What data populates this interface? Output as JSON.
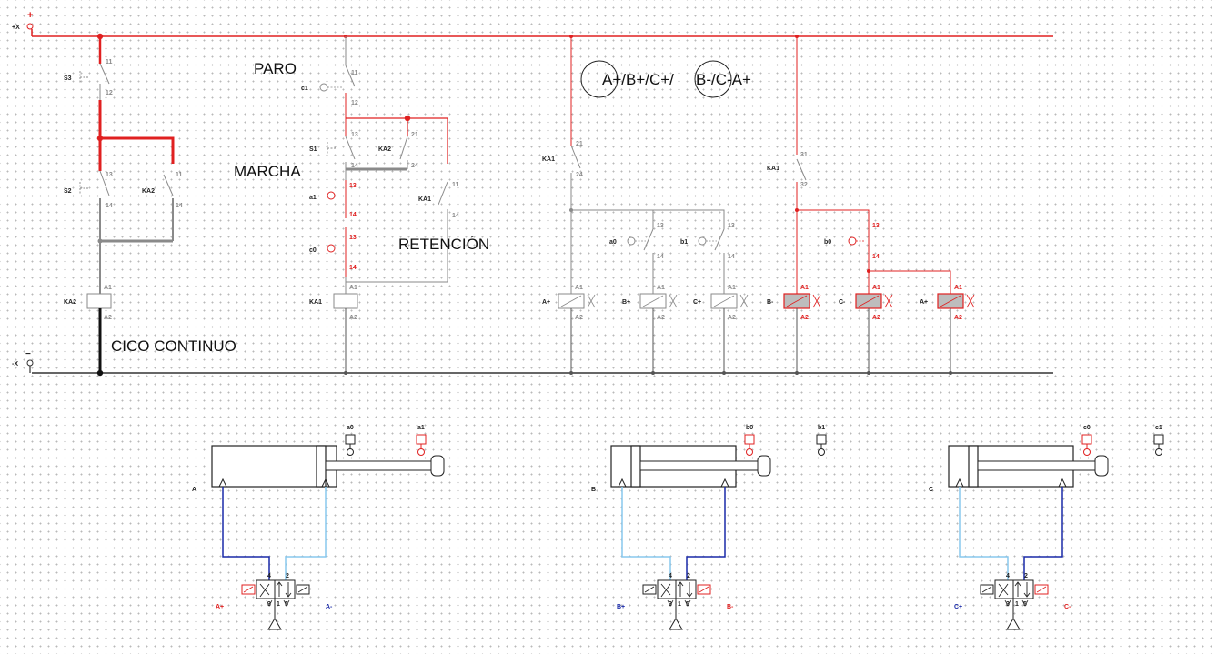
{
  "colors": {
    "energized": "#e02020",
    "inactive": "#8a8a8a",
    "wire": "#555555",
    "pneu_dark": "#1a2aa8",
    "pneu_light": "#88c8ee",
    "text": "#222222"
  },
  "rails": {
    "pos_label": "+X",
    "pos_sign": "+",
    "neg_label": "-X",
    "neg_sign": "−"
  },
  "titles": {
    "paro": "PARO",
    "marcha": "MARCHA",
    "retencion": "RETENCIÓN",
    "ciclo": "CICO CONTINUO",
    "seq1": "A+/B+/C+/",
    "seq2": "B-/C-A+"
  },
  "devices": {
    "s3": "S3",
    "s2": "S2",
    "s1": "S1",
    "ka2_a": "KA2",
    "ka2_b": "KA2",
    "ka1_a": "KA1",
    "ka1_b": "KA1",
    "ka1_c": "KA1",
    "c1": "c1",
    "a1": "a1",
    "c0": "c0",
    "a0": "a0",
    "b1": "b1",
    "b0": "b0",
    "coil_ka2": "KA2",
    "coil_ka1": "KA1",
    "ya_plus": "A+",
    "yb_plus": "B+",
    "yc_plus": "C+",
    "yb_minus": "B-",
    "yc_minus": "C-",
    "ya_plus2": "A+"
  },
  "terminals": {
    "t11": "11",
    "t12": "12",
    "t13": "13",
    "t14": "14",
    "t21": "21",
    "t24": "24",
    "t31": "31",
    "t32": "32",
    "a1": "A1",
    "a2": "A2"
  },
  "cylinders": [
    {
      "name": "A",
      "s_left": "a0",
      "s_right": "a1",
      "left_state": "inactive",
      "right_state": "active",
      "extended": true,
      "valve_left": "A+",
      "valve_right": "A-"
    },
    {
      "name": "B",
      "s_left": "b0",
      "s_right": "b1",
      "left_state": "active",
      "right_state": "inactive",
      "extended": false,
      "valve_left": "B+",
      "valve_right": "B-"
    },
    {
      "name": "C",
      "s_left": "c0",
      "s_right": "c1",
      "left_state": "active",
      "right_state": "inactive",
      "extended": false,
      "valve_left": "C+",
      "valve_right": "C-"
    }
  ],
  "valve_ports": {
    "p4": "4",
    "p2": "2",
    "p3": "3",
    "p1": "1",
    "p5": "5"
  }
}
